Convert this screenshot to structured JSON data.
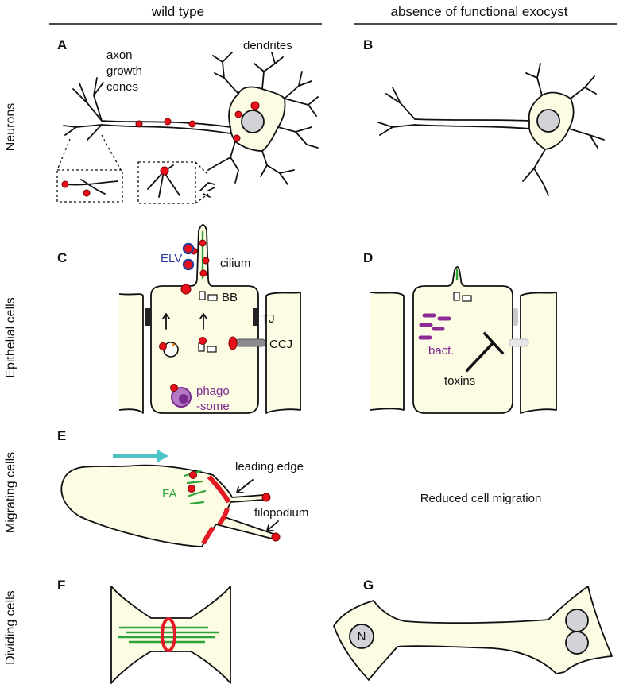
{
  "columns": {
    "left": "wild type",
    "right": "absence of functional exocyst"
  },
  "rows": {
    "neurons": "Neurons",
    "epithelial": "Epithelial cells",
    "migrating": "Migrating cells",
    "dividing": "Dividing cells"
  },
  "panels": {
    "A": {
      "letter": "A",
      "labels": {
        "axon": "axon",
        "growth": "growth",
        "cones": "cones",
        "dendrites": "dendrites"
      }
    },
    "B": {
      "letter": "B"
    },
    "C": {
      "letter": "C",
      "labels": {
        "elv": "ELV",
        "cilium": "cilium",
        "bb": "BB",
        "tj": "TJ",
        "ccj": "CCJ",
        "phago": "phago",
        "some": "-some"
      }
    },
    "D": {
      "letter": "D",
      "labels": {
        "bact": "bact.",
        "toxins": "toxins"
      }
    },
    "E": {
      "letter": "E",
      "labels": {
        "leading_edge": "leading edge",
        "fa": "FA",
        "filopodium": "filopodium"
      }
    },
    "reduced_migration": "Reduced cell migration",
    "F": {
      "letter": "F"
    },
    "G": {
      "letter": "G",
      "labels": {
        "nucleus": "N"
      }
    }
  },
  "colors": {
    "cytoplasm": "#fcfbe3",
    "vesicle": "#e8111b",
    "nucleus": "#d2d3d6",
    "elv_label": "#2b3c9b",
    "phagosome": "#7b2a8d",
    "microtubule": "#2ca43a",
    "migration_arrow": "#4fc3c8"
  }
}
